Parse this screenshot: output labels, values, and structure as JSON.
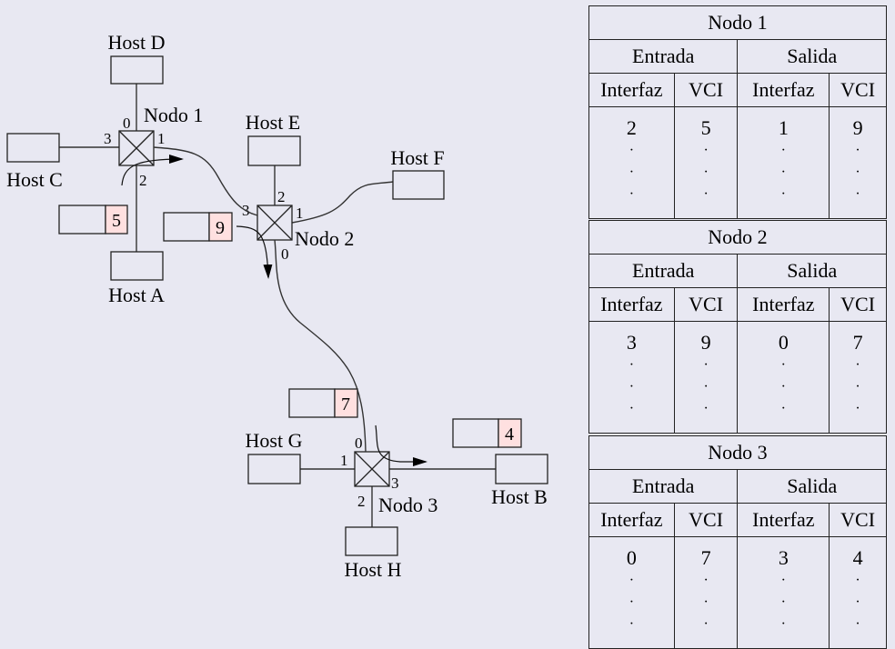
{
  "diagram": {
    "hosts": {
      "A": "Host A",
      "B": "Host B",
      "C": "Host C",
      "D": "Host D",
      "E": "Host E",
      "F": "Host F",
      "G": "Host G",
      "H": "Host H"
    },
    "nodes": {
      "n1": {
        "label": "Nodo 1",
        "ports": {
          "p0": "0",
          "p1": "1",
          "p2": "2",
          "p3": "3"
        }
      },
      "n2": {
        "label": "Nodo 2",
        "ports": {
          "p0": "0",
          "p1": "1",
          "p2": "2",
          "p3": "3"
        }
      },
      "n3": {
        "label": "Nodo 3",
        "ports": {
          "p0": "0",
          "p1": "1",
          "p2": "2",
          "p3": "3"
        }
      }
    },
    "packets": {
      "p1": {
        "vci": "5"
      },
      "p2": {
        "vci": "9"
      },
      "p3": {
        "vci": "7"
      },
      "p4": {
        "vci": "4"
      }
    },
    "colors": {
      "vci_fill": "#ffe0e0",
      "background": "#e8e8f2"
    }
  },
  "tables": [
    {
      "title": "Nodo 1",
      "groups": [
        "Entrada",
        "Salida"
      ],
      "headers": [
        "Interfaz",
        "VCI",
        "Interfaz",
        "VCI"
      ],
      "row": [
        "2",
        "5",
        "1",
        "9"
      ],
      "ellipsis": "·"
    },
    {
      "title": "Nodo 2",
      "groups": [
        "Entrada",
        "Salida"
      ],
      "headers": [
        "Interfaz",
        "VCI",
        "Interfaz",
        "VCI"
      ],
      "row": [
        "3",
        "9",
        "0",
        "7"
      ],
      "ellipsis": "·"
    },
    {
      "title": "Nodo 3",
      "groups": [
        "Entrada",
        "Salida"
      ],
      "headers": [
        "Interfaz",
        "VCI",
        "Interfaz",
        "VCI"
      ],
      "row": [
        "0",
        "7",
        "3",
        "4"
      ],
      "ellipsis": "·"
    }
  ]
}
